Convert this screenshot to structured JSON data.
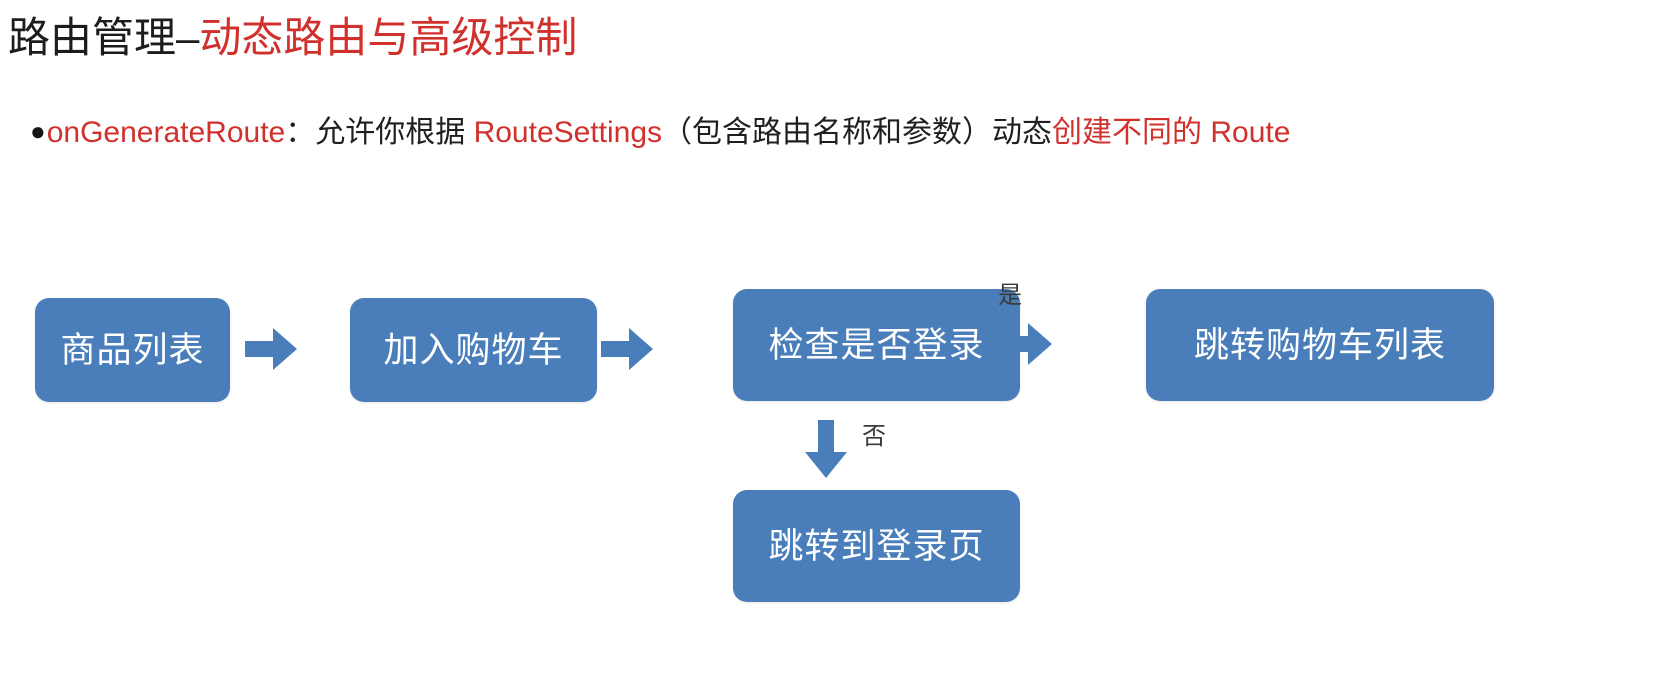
{
  "slide": {
    "title": {
      "prefix": "路由管理–",
      "highlight": "动态路由与高级控制"
    },
    "bullet": {
      "marker": "●",
      "segment_1_red": "onGenerateRoute",
      "segment_2_black": "：允许你根据 ",
      "segment_3_red": "RouteSettings",
      "segment_4_black": "（包含路由名称和参数）动态",
      "segment_5_red": "创建不同的 Route"
    }
  },
  "flow": {
    "boxes": [
      {
        "id": "product-list",
        "label": "商品列表"
      },
      {
        "id": "add-to-cart",
        "label": "加入购物车"
      },
      {
        "id": "check-login",
        "label": "检查是否登录"
      },
      {
        "id": "go-to-cart-list",
        "label": "跳转购物车列表"
      },
      {
        "id": "go-to-login",
        "label": "跳转到登录页"
      }
    ],
    "edge_labels": {
      "yes": "是",
      "no": "否"
    },
    "arrows": [
      {
        "id": "arrow-product-to-cart",
        "direction": "right"
      },
      {
        "id": "arrow-cart-to-check",
        "direction": "right"
      },
      {
        "id": "arrow-check-to-cartlist",
        "direction": "right"
      },
      {
        "id": "arrow-check-to-login",
        "direction": "down"
      }
    ]
  },
  "colors": {
    "box_fill": "#4a7ebb",
    "box_text": "#ffffff",
    "accent_red": "#d0312d",
    "text_black": "#1c1c1c",
    "label_gray": "#3b3b3b",
    "background": "#ffffff"
  }
}
